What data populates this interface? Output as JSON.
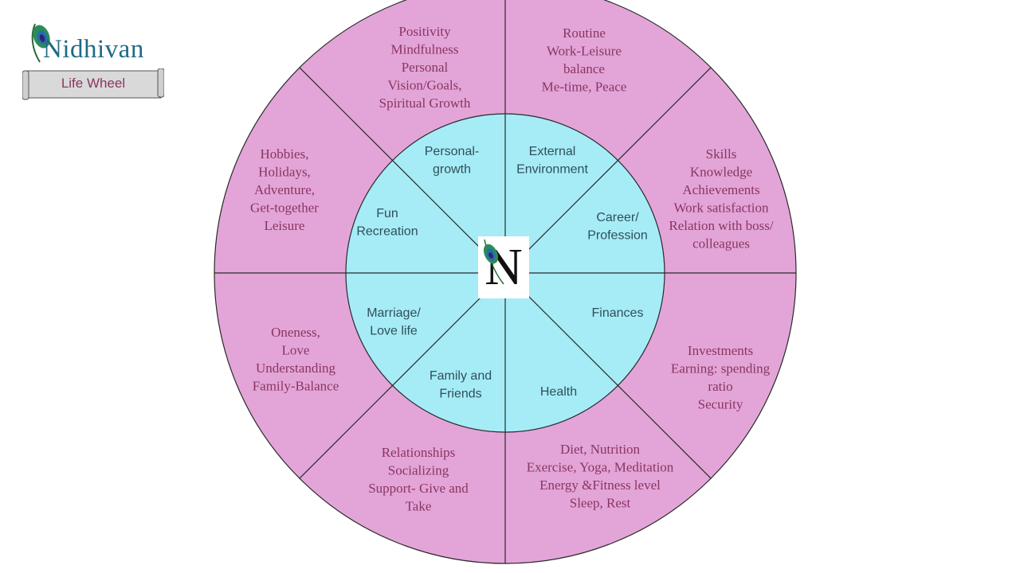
{
  "brand": {
    "name": "Nidhivan",
    "subtitle": "Life Wheel"
  },
  "center": {
    "letter": "N"
  },
  "colors": {
    "outer_ring": "#e3a5d8",
    "inner_ring": "#a6ecf7",
    "outer_text": "#8a3560",
    "inner_text": "#2f4f5a",
    "lines": "#2a2a2a"
  },
  "segments": [
    {
      "id": "personal-growth",
      "inner": [
        "Personal-",
        "growth"
      ],
      "outer": [
        "Positivity",
        "Mindfulness",
        "Personal",
        "Vision/Goals,",
        "Spiritual  Growth"
      ]
    },
    {
      "id": "external-environment",
      "inner": [
        "External",
        "Environment"
      ],
      "outer": [
        "Routine",
        "Work-Leisure",
        "balance",
        "Me-time,  Peace"
      ]
    },
    {
      "id": "career-profession",
      "inner": [
        "Career/",
        "Profession"
      ],
      "outer": [
        "Skills",
        "Knowledge",
        "Achievements",
        "Work satisfaction",
        "Relation with boss/",
        "colleagues"
      ]
    },
    {
      "id": "finances",
      "inner": [
        "Finances"
      ],
      "outer": [
        "Investments",
        "Earning:  spending",
        "ratio",
        "Security"
      ]
    },
    {
      "id": "health",
      "inner": [
        "Health"
      ],
      "outer": [
        "Diet, Nutrition",
        "Exercise, Yoga, Meditation",
        "Energy &Fitness level",
        "Sleep, Rest"
      ]
    },
    {
      "id": "family-friends",
      "inner": [
        "Family and",
        "Friends"
      ],
      "outer": [
        "Relationships",
        "Socializing",
        "Support- Give and",
        "Take"
      ]
    },
    {
      "id": "marriage-love",
      "inner": [
        "Marriage/",
        "Love life"
      ],
      "outer": [
        "Oneness,",
        "Love",
        "Understanding",
        "Family-Balance"
      ]
    },
    {
      "id": "fun-recreation",
      "inner": [
        "Fun",
        "Recreation"
      ],
      "outer": [
        "Hobbies,",
        "Holidays,",
        "Adventure,",
        "Get-together",
        "Leisure"
      ]
    }
  ]
}
